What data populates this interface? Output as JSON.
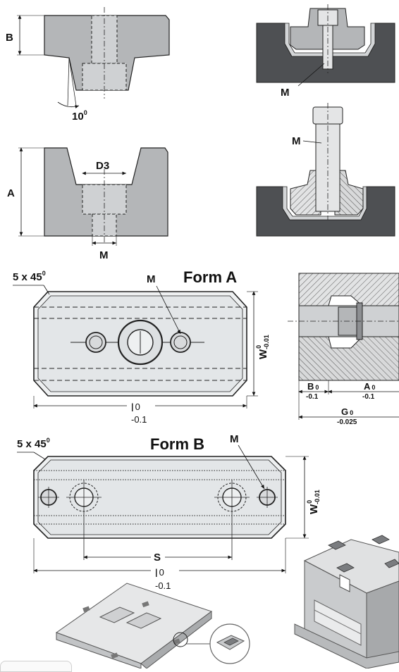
{
  "colors": {
    "part": "#b4b6b8",
    "part_light": "#d3d5d7",
    "part_dark": "#4e5053",
    "outline": "#222222",
    "hatch": "#555555",
    "bg": "#ffffff"
  },
  "views": {
    "top_left": {
      "label_B": "B",
      "label_angle": "10",
      "angle_sup": "0"
    },
    "mid_left": {
      "label_A": "A",
      "label_D3": "D3",
      "label_M": "M"
    },
    "top_right": {
      "label_M": "M"
    },
    "mid_right": {
      "label_M": "M"
    }
  },
  "form_a": {
    "title": "Form A",
    "chamfer_label": "5 x 45",
    "chamfer_sup": "0",
    "label_M": "M",
    "width_label": "W",
    "width_sup": "0",
    "width_sub": "-0.01",
    "length_label": "l",
    "length_sup": "0",
    "length_tol": "-0.1"
  },
  "section": {
    "b_label": "B",
    "b_sup": "0",
    "b_tol": "-0.1",
    "a_label": "A",
    "a_sup": "0",
    "a_tol": "-0.1",
    "g_label": "G",
    "g_sup": "0",
    "g_tol": "-0.025"
  },
  "form_b": {
    "title": "Form B",
    "chamfer_label": "5 x 45",
    "chamfer_sup": "0",
    "label_M": "M",
    "width_label": "W",
    "width_sup": "0",
    "width_sub": "-0.01",
    "s_label": "S",
    "length_label": "l",
    "length_sup": "0",
    "length_tol": "-0.1"
  }
}
